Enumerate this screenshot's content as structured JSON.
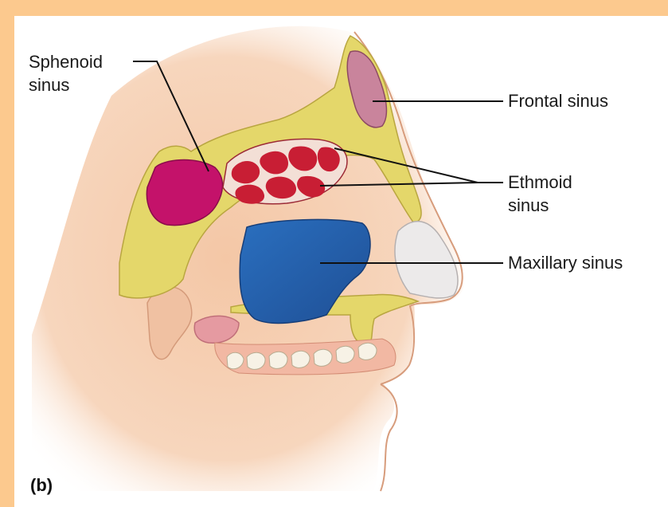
{
  "figure": {
    "panel_label": "(b)",
    "labels": {
      "sphenoid": "Sphenoid\nsinus",
      "frontal": "Frontal sinus",
      "ethmoid": "Ethmoid\nsinus",
      "maxillary": "Maxillary sinus"
    }
  },
  "colors": {
    "frame": "#fcc98e",
    "skin": "#f6d2b4",
    "bone": "#e6db6a",
    "sphenoid_sinus": "#c4126a",
    "frontal_sinus": "#c9849c",
    "ethmoid_sinus": "#c81e34",
    "maxillary_sinus": "#2f6bb3"
  }
}
